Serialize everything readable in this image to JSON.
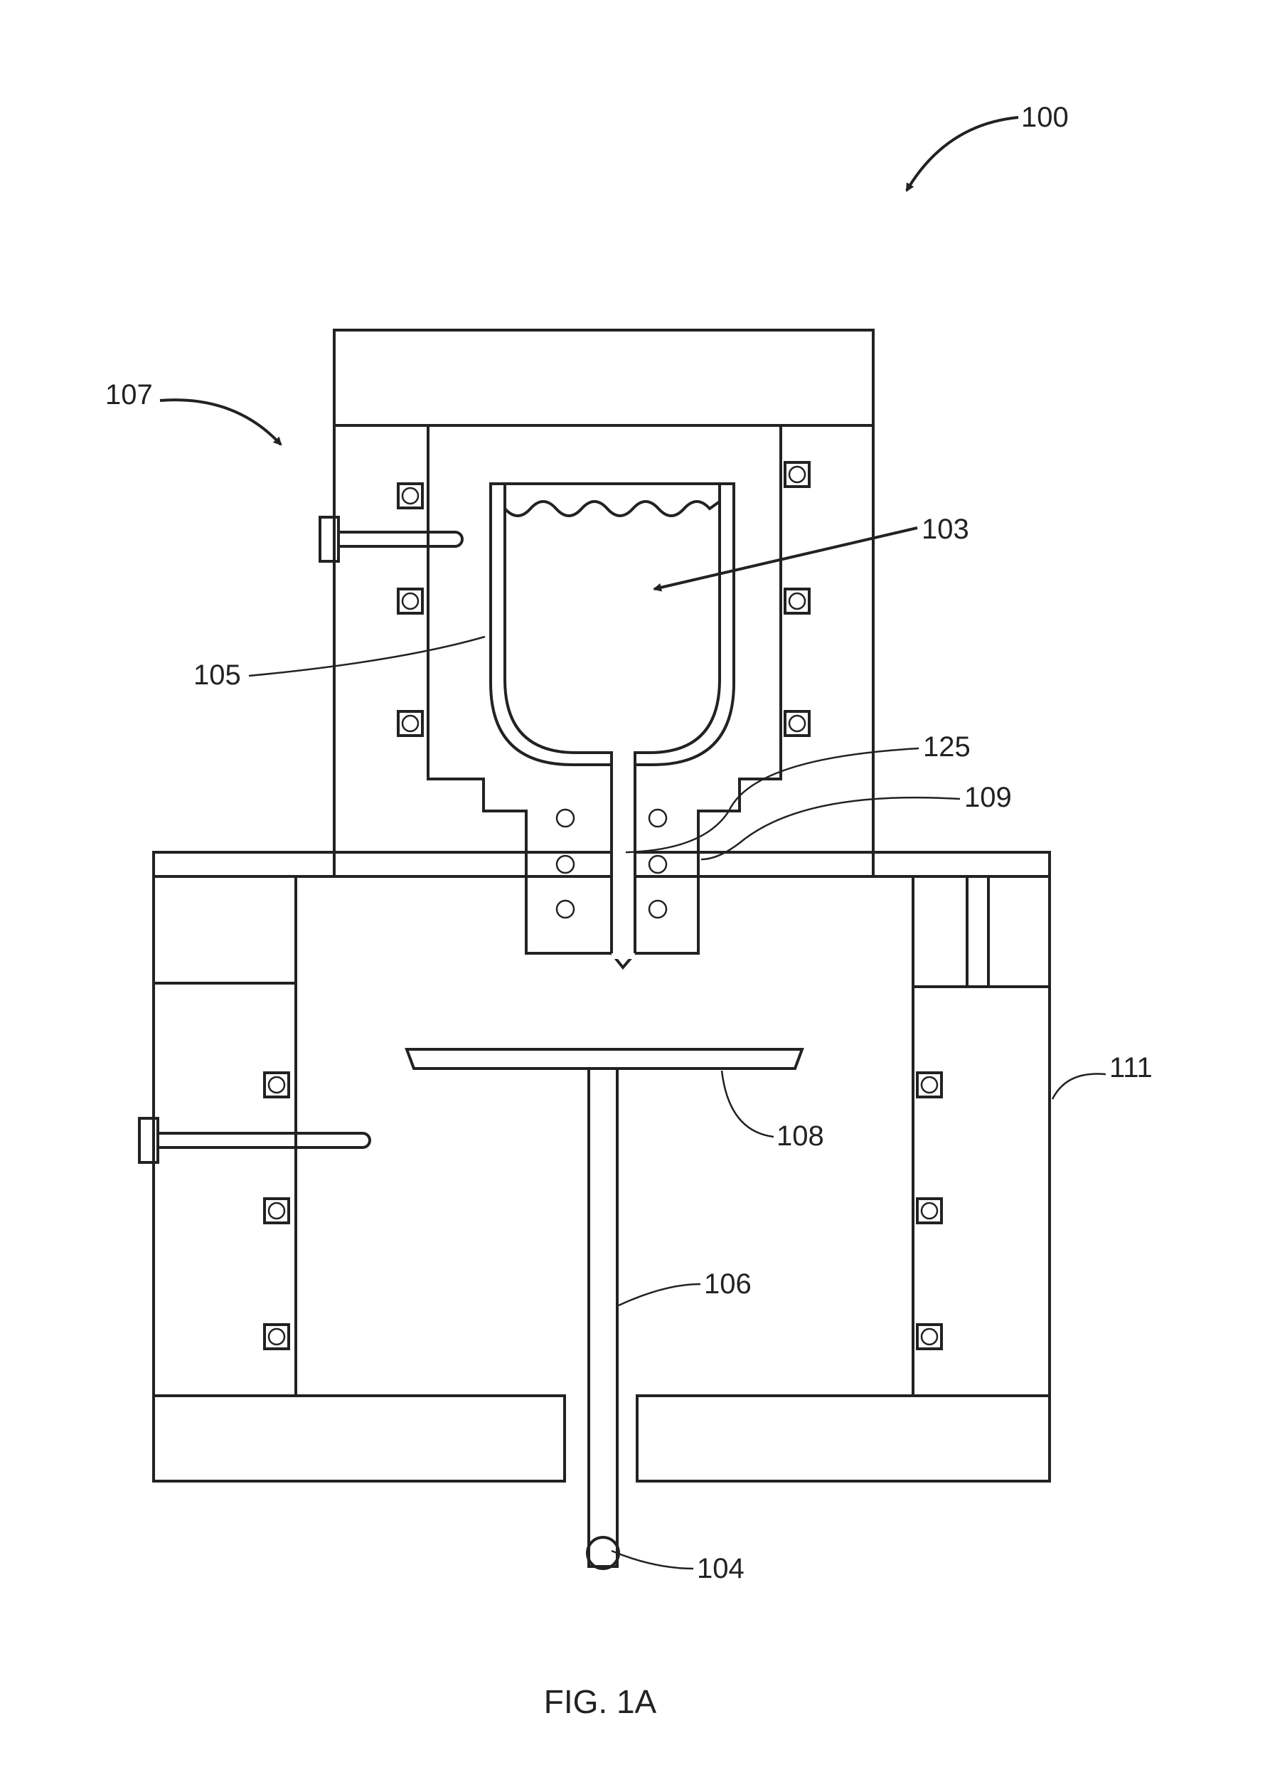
{
  "figure": {
    "caption": "FIG. 1A",
    "labels": {
      "system": "100",
      "melt": "103",
      "rod_shaft": "106",
      "crucible": "105",
      "support_ball": "104",
      "upper_chamber": "107",
      "platform": "108",
      "nozzle_heater": "109",
      "lower_chamber": "111",
      "nozzle": "125"
    }
  }
}
